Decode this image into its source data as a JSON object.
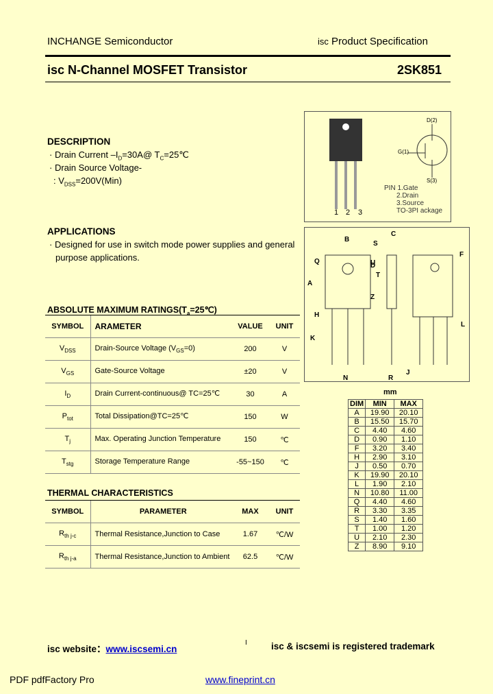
{
  "header": {
    "company": "INCHANGE Semiconductor",
    "spec_prefix": "isc",
    "spec_rest": " Product Specification",
    "title": "isc N-Channel MOSFET Transistor",
    "part": "2SK851"
  },
  "description": {
    "heading": "DESCRIPTION",
    "line1": "Drain Current –I",
    "line1_sub": "D",
    "line1_b": "=30A@ T",
    "line1_sub2": "C",
    "line1_c": "=25℃",
    "line2": "Drain Source Voltage-",
    "line3": ": V",
    "line3_sub": "DSS",
    "line3_b": "=200V(Min)"
  },
  "applications": {
    "heading": "APPLICATIONS",
    "line1": "Designed for use in switch mode power supplies and general",
    "line2": "purpose applications."
  },
  "abs_max": {
    "heading": "ABSOLUTE MAXIMUM RATINGS(T",
    "heading_sub": "a",
    "heading_end": "=25℃)",
    "columns": [
      "SYMBOL",
      "ARAMETER",
      "VALUE",
      "UNIT"
    ],
    "rows": [
      {
        "sym": "V",
        "sub": "DSS",
        "param": "Drain-Source Voltage (V",
        "param_sub": "GS",
        "param_end": "=0)",
        "value": "200",
        "unit": "V"
      },
      {
        "sym": "V",
        "sub": "GS",
        "param": "Gate-Source Voltage",
        "param_sub": "",
        "param_end": "",
        "value": "±20",
        "unit": "V"
      },
      {
        "sym": "I",
        "sub": "D",
        "param": "Drain Current-continuous@ TC=25℃",
        "param_sub": "",
        "param_end": "",
        "value": "30",
        "unit": "A"
      },
      {
        "sym": "P",
        "sub": "tot",
        "param": "Total Dissipation@TC=25℃",
        "param_sub": "",
        "param_end": "",
        "value": "150",
        "unit": "W"
      },
      {
        "sym": "T",
        "sub": "j",
        "param": "Max. Operating Junction Temperature",
        "param_sub": "",
        "param_end": "",
        "value": "150",
        "unit": "℃"
      },
      {
        "sym": "T",
        "sub": "stg",
        "param": "Storage Temperature Range",
        "param_sub": "",
        "param_end": "",
        "value": "-55~150",
        "unit": "℃"
      }
    ]
  },
  "thermal": {
    "heading": "THERMAL CHARACTERISTICS",
    "columns": [
      "SYMBOL",
      "PARAMETER",
      "MAX",
      "UNIT"
    ],
    "rows": [
      {
        "sym": "R",
        "sub": "th j-c",
        "param": "Thermal Resistance,Junction to Case",
        "value": "1.67",
        "unit": "℃/W"
      },
      {
        "sym": "R",
        "sub": "th j-a",
        "param": "Thermal Resistance,Junction to Ambient",
        "value": "62.5",
        "unit": "℃/W"
      }
    ]
  },
  "package": {
    "pin_labels": [
      "1",
      "2",
      "3"
    ],
    "pin_heading": "PIN",
    "pins": [
      "1.Gate",
      "2.Drain",
      "3.Source"
    ],
    "package_name": "TO-3PI",
    "package_suffix": "ackage",
    "sym_d": "D(2)",
    "sym_g": "G(1)",
    "sym_s": "S(3)"
  },
  "dimensions": {
    "unit": "mm",
    "columns": [
      "DIM",
      "MIN",
      "MAX"
    ],
    "rows": [
      [
        "A",
        "19.90",
        "20.10"
      ],
      [
        "B",
        "15.50",
        "15.70"
      ],
      [
        "C",
        "4.40",
        "4.60"
      ],
      [
        "D",
        "0.90",
        "1.10"
      ],
      [
        "F",
        "3.20",
        "3.40"
      ],
      [
        "H",
        "2.90",
        "3.10"
      ],
      [
        "J",
        "0.50",
        "0.70"
      ],
      [
        "K",
        "19.90",
        "20.10"
      ],
      [
        "L",
        "1.90",
        "2.10"
      ],
      [
        "N",
        "10.80",
        "11.00"
      ],
      [
        "Q",
        "4.40",
        "4.60"
      ],
      [
        "R",
        "3.30",
        "3.35"
      ],
      [
        "S",
        "1.40",
        "1.60"
      ],
      [
        "T",
        "1.00",
        "1.20"
      ],
      [
        "U",
        "2.10",
        "2.30"
      ],
      [
        "Z",
        "8.90",
        "9.10"
      ]
    ],
    "drawing_letters": [
      "B",
      "S",
      "C",
      "D",
      "F",
      "Q",
      "U",
      "T",
      "A",
      "Z",
      "H",
      "K",
      "L",
      "N",
      "R",
      "J"
    ]
  },
  "footer": {
    "website_label": "isc website：",
    "website_url": "www.iscsemi.cn",
    "divider": "I",
    "trademark": "isc & iscsemi is registered trademark",
    "pdf_left": "PDF  pdfFactory Pro",
    "pdf_url": "www.fineprint.cn"
  }
}
